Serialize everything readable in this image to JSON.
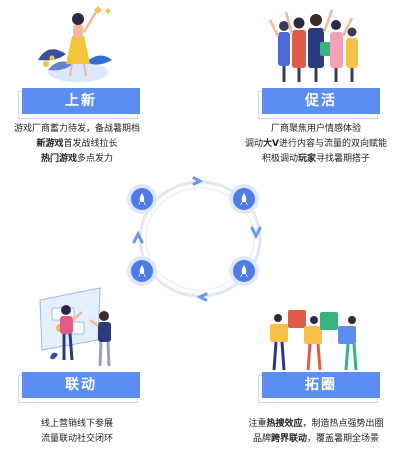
{
  "stages": [
    {
      "title": "上新",
      "lines": [
        {
          "parts": [
            {
              "t": "游戏厂商蓄力待发，备战暑期档",
              "b": false
            }
          ]
        },
        {
          "parts": [
            {
              "t": "新游戏",
              "b": true
            },
            {
              "t": "首发战线拉长",
              "b": false
            }
          ]
        },
        {
          "parts": [
            {
              "t": "热门游戏",
              "b": true
            },
            {
              "t": "多点发力",
              "b": false
            }
          ]
        }
      ]
    },
    {
      "title": "促活",
      "lines": [
        {
          "parts": [
            {
              "t": "厂商聚焦用户情感体验",
              "b": false
            }
          ]
        },
        {
          "parts": [
            {
              "t": "调动",
              "b": false
            },
            {
              "t": "大V",
              "b": true
            },
            {
              "t": "进行内容与流量的双向赋能",
              "b": false
            }
          ]
        },
        {
          "parts": [
            {
              "t": "积极调动",
              "b": false
            },
            {
              "t": "玩家",
              "b": true
            },
            {
              "t": "寻找暑期搭子",
              "b": false
            }
          ]
        }
      ]
    },
    {
      "title": "联动",
      "lines": [
        {
          "parts": [
            {
              "t": "线上营销线下参展",
              "b": false
            }
          ]
        },
        {
          "parts": [
            {
              "t": "流量联动社交闭环",
              "b": false
            }
          ]
        }
      ]
    },
    {
      "title": "拓圈",
      "lines": [
        {
          "parts": [
            {
              "t": "注重",
              "b": false
            },
            {
              "t": "热搜效应",
              "b": true
            },
            {
              "t": "，制造热点强势出圈",
              "b": false
            }
          ]
        },
        {
          "parts": [
            {
              "t": "品牌",
              "b": false
            },
            {
              "t": "跨界联动",
              "b": true
            },
            {
              "t": "，覆盖暑期全场景",
              "b": false
            }
          ]
        }
      ]
    }
  ],
  "colors": {
    "accent": "#5b8ef0",
    "node": "#4e7be8",
    "ring": "#e3e7f2",
    "arrow": "#6f95ee"
  },
  "icons": [
    "rocket-icon",
    "rocket-icon",
    "rocket-icon",
    "rocket-icon"
  ]
}
